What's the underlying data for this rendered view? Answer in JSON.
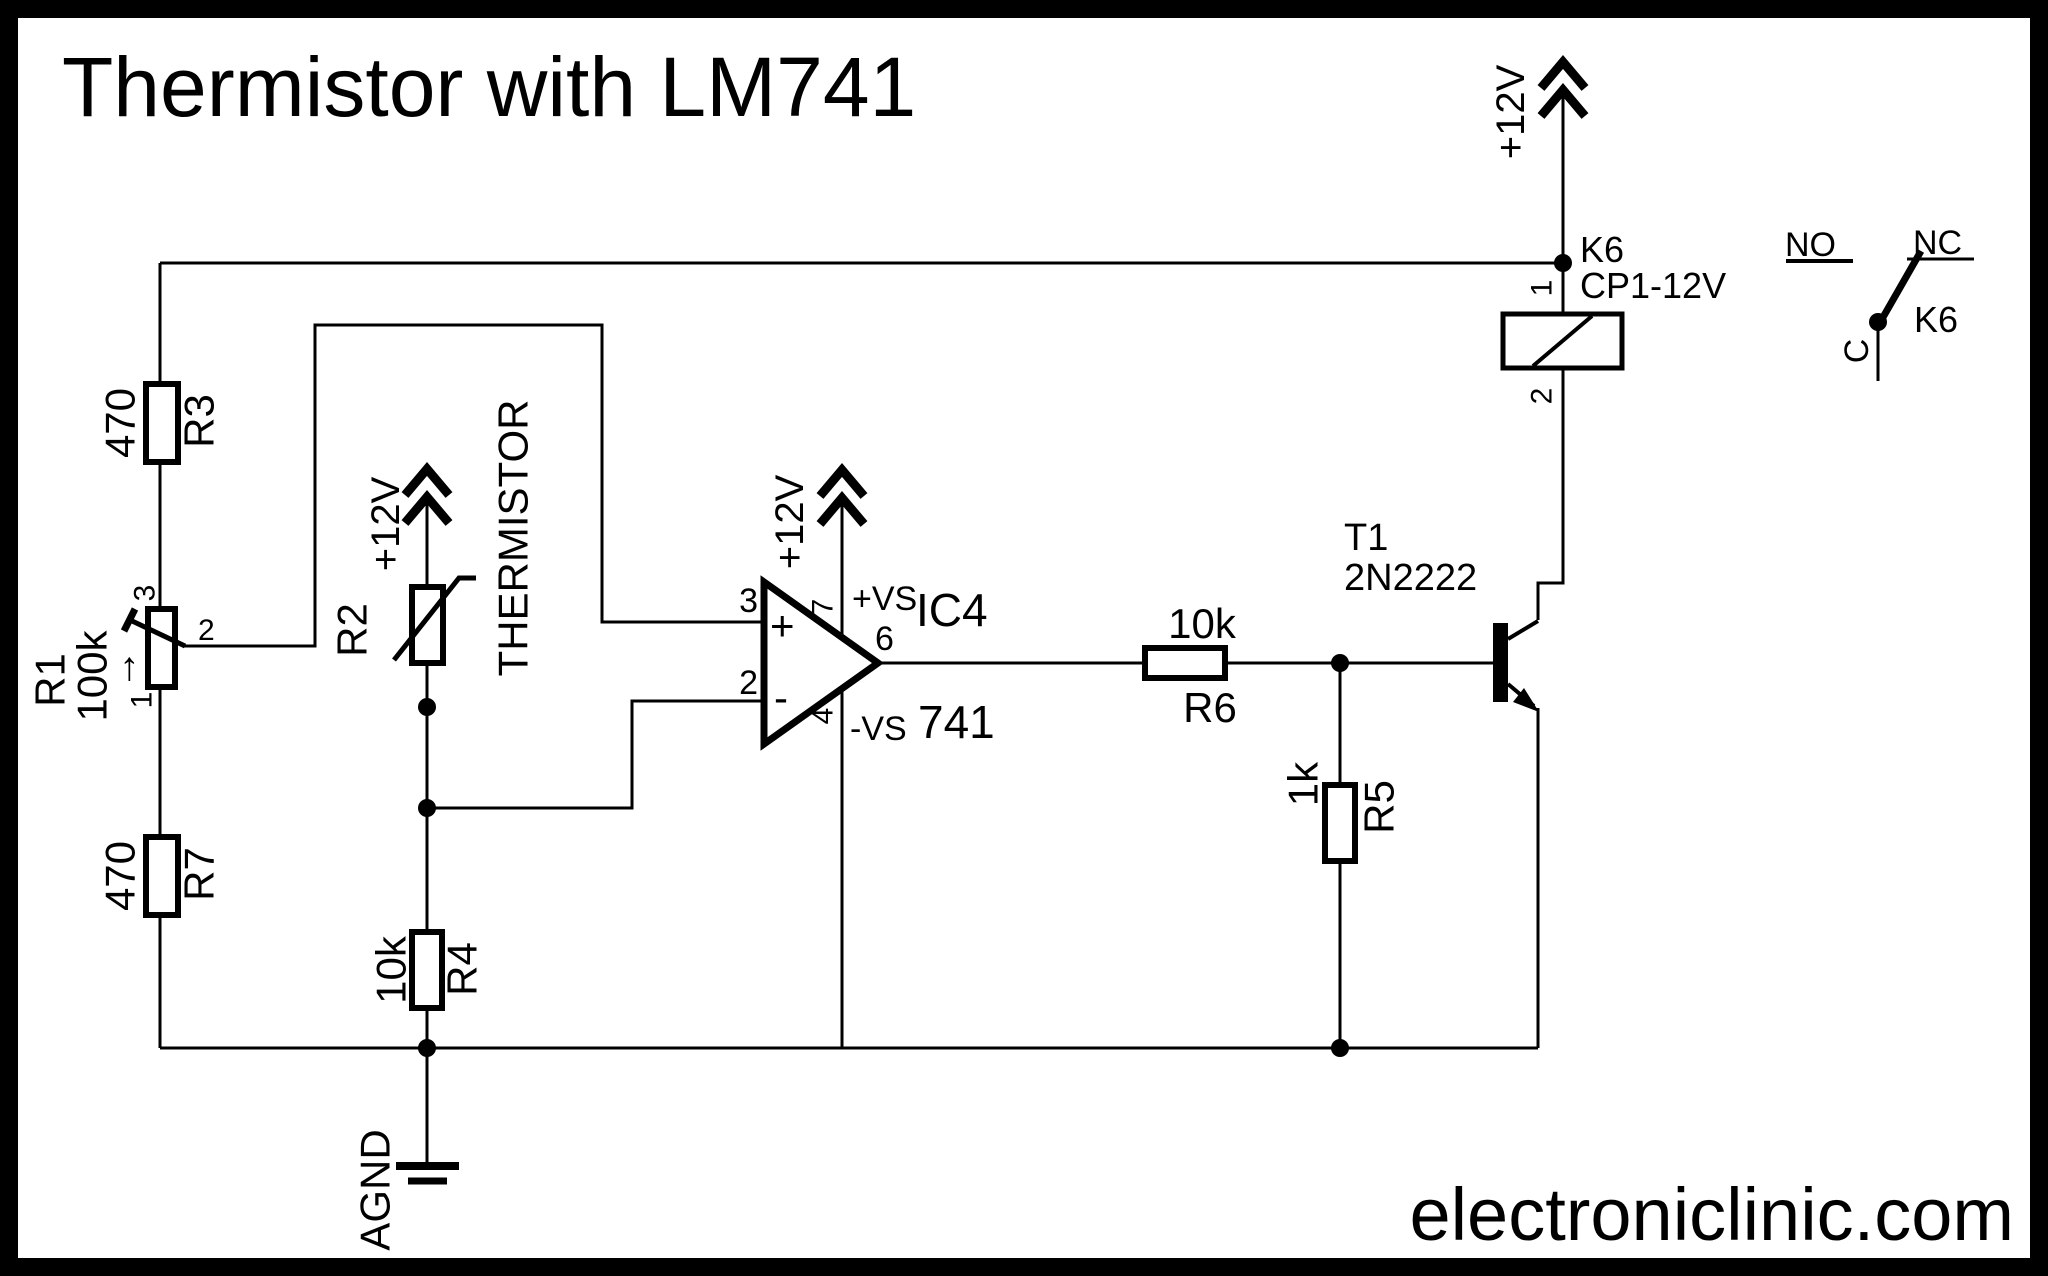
{
  "title": "Thermistor with LM741",
  "watermark": "electroniclinic.com",
  "colors": {
    "ink": "#000000",
    "paper": "#ffffff"
  },
  "power": {
    "label": "+12V"
  },
  "resistors": {
    "r3": {
      "ref": "R3",
      "value": "470"
    },
    "r7": {
      "ref": "R7",
      "value": "470"
    },
    "r4": {
      "ref": "R4",
      "value": "10k"
    },
    "r6": {
      "ref": "R6",
      "value": "10k"
    },
    "r5": {
      "ref": "R5",
      "value": "1k"
    }
  },
  "potentiometer": {
    "ref": "R1",
    "value": "100k",
    "adjust_arrow": "→",
    "pin_top": "3",
    "pin_wiper": "2",
    "pin_bottom": "1"
  },
  "thermistor": {
    "ref": "R2",
    "label": "THERMISTOR"
  },
  "opamp": {
    "ref": "IC4",
    "part": "741",
    "pin_noninverting": "3",
    "pin_inverting": "2",
    "pin_output": "6",
    "pin_vplus": "7",
    "pin_vminus": "4",
    "label_vplus": "+VS",
    "label_vminus": "-VS",
    "sign_plus": "+",
    "sign_minus": "-"
  },
  "transistor": {
    "ref": "T1",
    "part": "2N2222"
  },
  "relay": {
    "coil_ref": "K6",
    "coil_part": "CP1-12V",
    "coil_pin_top": "1",
    "coil_pin_bottom": "2"
  },
  "contact": {
    "ref": "K6",
    "label_no": "NO",
    "label_nc": "NC",
    "label_common": "C"
  },
  "ground": {
    "label": "AGND"
  }
}
